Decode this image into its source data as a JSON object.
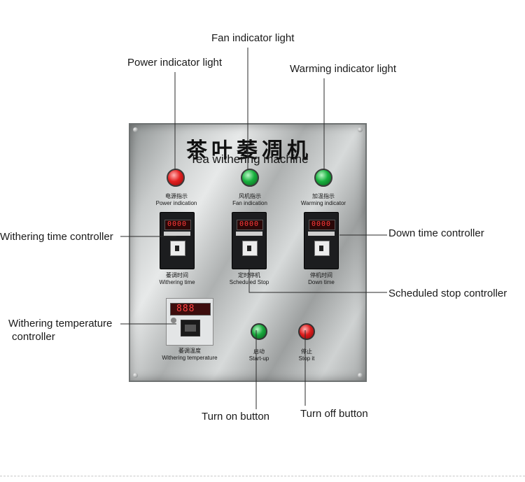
{
  "panel": {
    "title_cn": "茶叶萎凋机",
    "title_en": "Tea withering machine",
    "lamps": [
      {
        "cn": "电源指示",
        "en": "Power indication",
        "color": "#e32020"
      },
      {
        "cn": "风机指示",
        "en": "Fan indication",
        "color": "#18b13e"
      },
      {
        "cn": "加温指示",
        "en": "Warming indicator",
        "color": "#18b13e"
      }
    ],
    "timers": [
      {
        "cn": "萎调时间",
        "en": "Withering time",
        "display": "0000"
      },
      {
        "cn": "定时停机",
        "en": "Scheduled Stop",
        "display": "0000"
      },
      {
        "cn": "停机时间",
        "en": "Down time",
        "display": "0000"
      }
    ],
    "temp_controller": {
      "cn": "萎调温度",
      "en": "Withering temperature",
      "display": "888"
    },
    "buttons": [
      {
        "cn": "启动",
        "en": "Start-up",
        "color": "#19a93d"
      },
      {
        "cn": "停止",
        "en": "Stop it",
        "color": "#dc1d1d"
      }
    ]
  },
  "callouts": {
    "fan": "Fan indicator light",
    "power": "Power indicator light",
    "warming": "Warming indicator light",
    "withering_time": "Withering time controller",
    "down_time": "Down time controller",
    "scheduled_stop": "Scheduled stop controller",
    "withering_temp_line1": "Withering temperature",
    "withering_temp_line2": "controller",
    "turn_on": "Turn on button",
    "turn_off": "Turn off button"
  }
}
